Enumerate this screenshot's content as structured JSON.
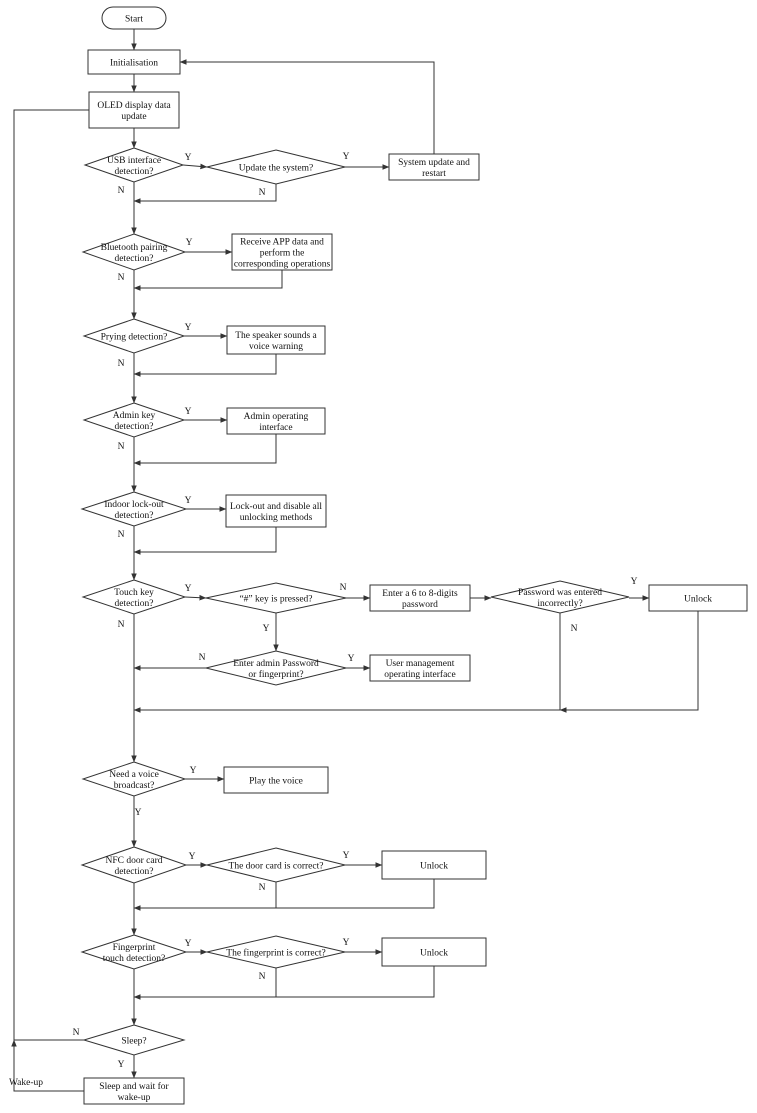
{
  "nodes": {
    "start": [
      "Start"
    ],
    "init": [
      "Initialisation"
    ],
    "oled": [
      "OLED display data",
      "update"
    ],
    "usb": [
      "USB interface",
      "detection?"
    ],
    "update_sys": [
      "Update the system?"
    ],
    "sys_restart": [
      "System update and",
      "restart"
    ],
    "bt": [
      "Bluetooth pairing",
      "detection?"
    ],
    "app": [
      "Receive APP data and",
      "perform the",
      "corresponding operations"
    ],
    "prying": [
      "Prying detection?"
    ],
    "speaker": [
      "The speaker sounds a",
      "voice warning"
    ],
    "admin_key": [
      "Admin key",
      "detection?"
    ],
    "admin_iface": [
      "Admin operating",
      "interface"
    ],
    "indoor": [
      "Indoor lock-out",
      "detection?"
    ],
    "lockout": [
      "Lock-out and disable all",
      "unlocking methods"
    ],
    "touch": [
      "Touch key",
      "detection?"
    ],
    "hash": [
      "“#”  key is pressed?"
    ],
    "enter_pw": [
      "Enter a 6 to 8-digits",
      "password"
    ],
    "pw_wrong": [
      "Password was entered",
      "incorrectly?"
    ],
    "unlock1": [
      "Unlock"
    ],
    "admin_pw": [
      "Enter admin Password",
      "or fingerprint?"
    ],
    "user_mgmt": [
      "User management",
      "operating interface"
    ],
    "voice": [
      "Need a voice",
      "broadcast?"
    ],
    "play": [
      "Play the voice"
    ],
    "nfc": [
      "NFC door card",
      "detection?"
    ],
    "card_ok": [
      "The door card is correct?"
    ],
    "unlock2": [
      "Unlock"
    ],
    "finger": [
      "Fingerprint",
      "touch detection?"
    ],
    "finger_ok": [
      "The fingerprint is correct?"
    ],
    "unlock3": [
      "Unlock"
    ],
    "sleep": [
      "Sleep?"
    ],
    "sleep_wait": [
      "Sleep and wait for",
      "wake-up"
    ]
  },
  "edge_labels": {
    "yes": "Y",
    "no": "N",
    "wake_up": "Wake-up"
  }
}
